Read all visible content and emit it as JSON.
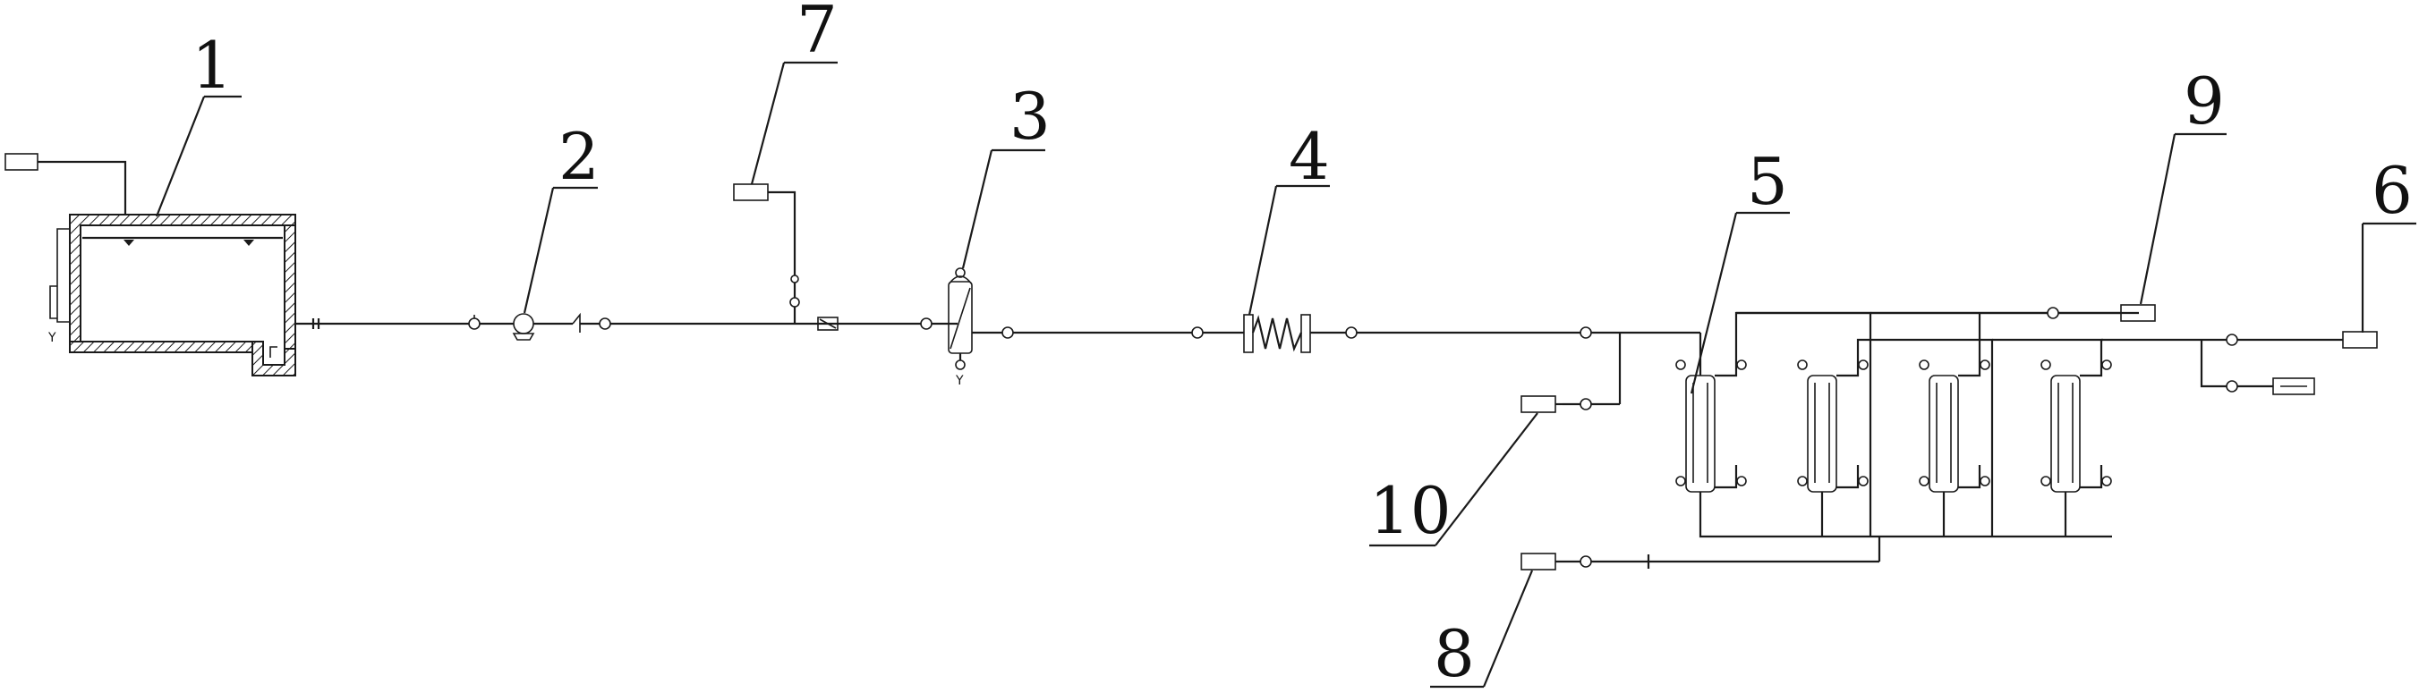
{
  "callouts": [
    {
      "id": "1",
      "label": "1"
    },
    {
      "id": "2",
      "label": "2"
    },
    {
      "id": "3",
      "label": "3"
    },
    {
      "id": "4",
      "label": "4"
    },
    {
      "id": "5",
      "label": "5"
    },
    {
      "id": "6",
      "label": "6"
    },
    {
      "id": "7",
      "label": "7"
    },
    {
      "id": "8",
      "label": "8"
    },
    {
      "id": "9",
      "label": "9"
    },
    {
      "id": "10",
      "label": "10"
    }
  ],
  "small_labels": {
    "tank_drain": "Y",
    "filter_drain": "Y"
  }
}
